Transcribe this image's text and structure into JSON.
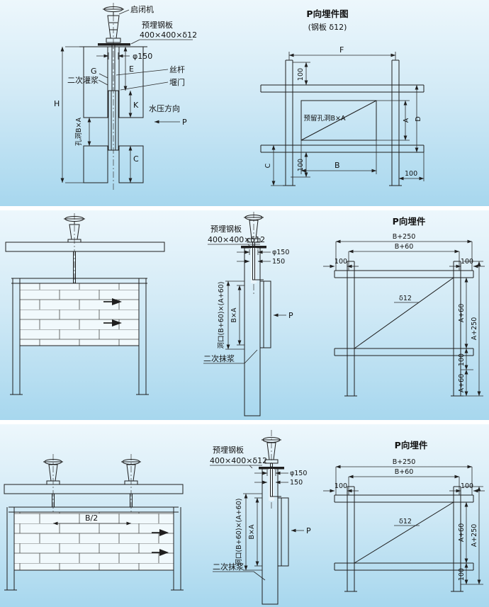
{
  "colors": {
    "line": "#1f1f1f",
    "band_top": "#edf7fc",
    "band_bottom": "#a7d7ee"
  },
  "band1": {
    "left": {
      "hoist_label": "启闭机",
      "plate_label_1": "预埋钢板",
      "plate_label_2": "400×400×δ12",
      "phi_label": "φ150",
      "screw_label": "丝杆",
      "grout_label": "二次灌浆",
      "gate_label": "堰门",
      "water_label": "水压方向",
      "p_label": "P",
      "hole_label": "孔洞B×A",
      "dim_H": "H",
      "dim_G": "G",
      "dim_E": "E",
      "dim_K": "K",
      "dim_C": "C"
    },
    "right": {
      "title": "P向埋件图",
      "subtitle": "(钢板 δ12)",
      "dim_F": "F",
      "dim_100_top": "100",
      "hole_label": "预留孔洞B×A",
      "dim_A": "A",
      "dim_D": "D",
      "dim_100_bottom": "100",
      "dim_B": "B",
      "dim_C": "C",
      "dim_100_right": "100"
    }
  },
  "band2": {
    "middle": {
      "plate_label_1": "预埋钢板",
      "plate_label_2": "400×400×δ12",
      "phi_label": "φ150",
      "dim_150": "150",
      "opening_label": "洞口(B+60)×(A+60)",
      "dim_BA": "B×A",
      "p_label": "P",
      "plaster_label": "二次抹浆"
    },
    "right": {
      "title": "P向埋件",
      "dim_B250": "B+250",
      "dim_B60": "B+60",
      "dim_100_left": "100",
      "dim_100_right": "100",
      "delta_label": "δ12",
      "dim_A60_top": "A+60",
      "dim_100_bottom": "100",
      "dim_A60_bottom": "A+60",
      "dim_A250": "A+250"
    }
  },
  "band3": {
    "left": {
      "dim_B2": "B/2"
    },
    "middle": {
      "plate_label_1": "预埋钢板",
      "plate_label_2": "400×400×δ12",
      "phi_label": "φ150",
      "dim_150": "150",
      "opening_label": "洞口(B+60)×(A+60)",
      "dim_BA": "B×A",
      "p_label": "P",
      "plaster_label": "二次抹浆"
    },
    "right": {
      "title": "P向埋件",
      "dim_B250": "B+250",
      "dim_B60": "B+60",
      "dim_100_left": "100",
      "dim_100_right": "100",
      "delta_label": "δ12",
      "dim_A60": "A+60",
      "dim_100_bottom": "100",
      "dim_A250": "A+250"
    }
  }
}
